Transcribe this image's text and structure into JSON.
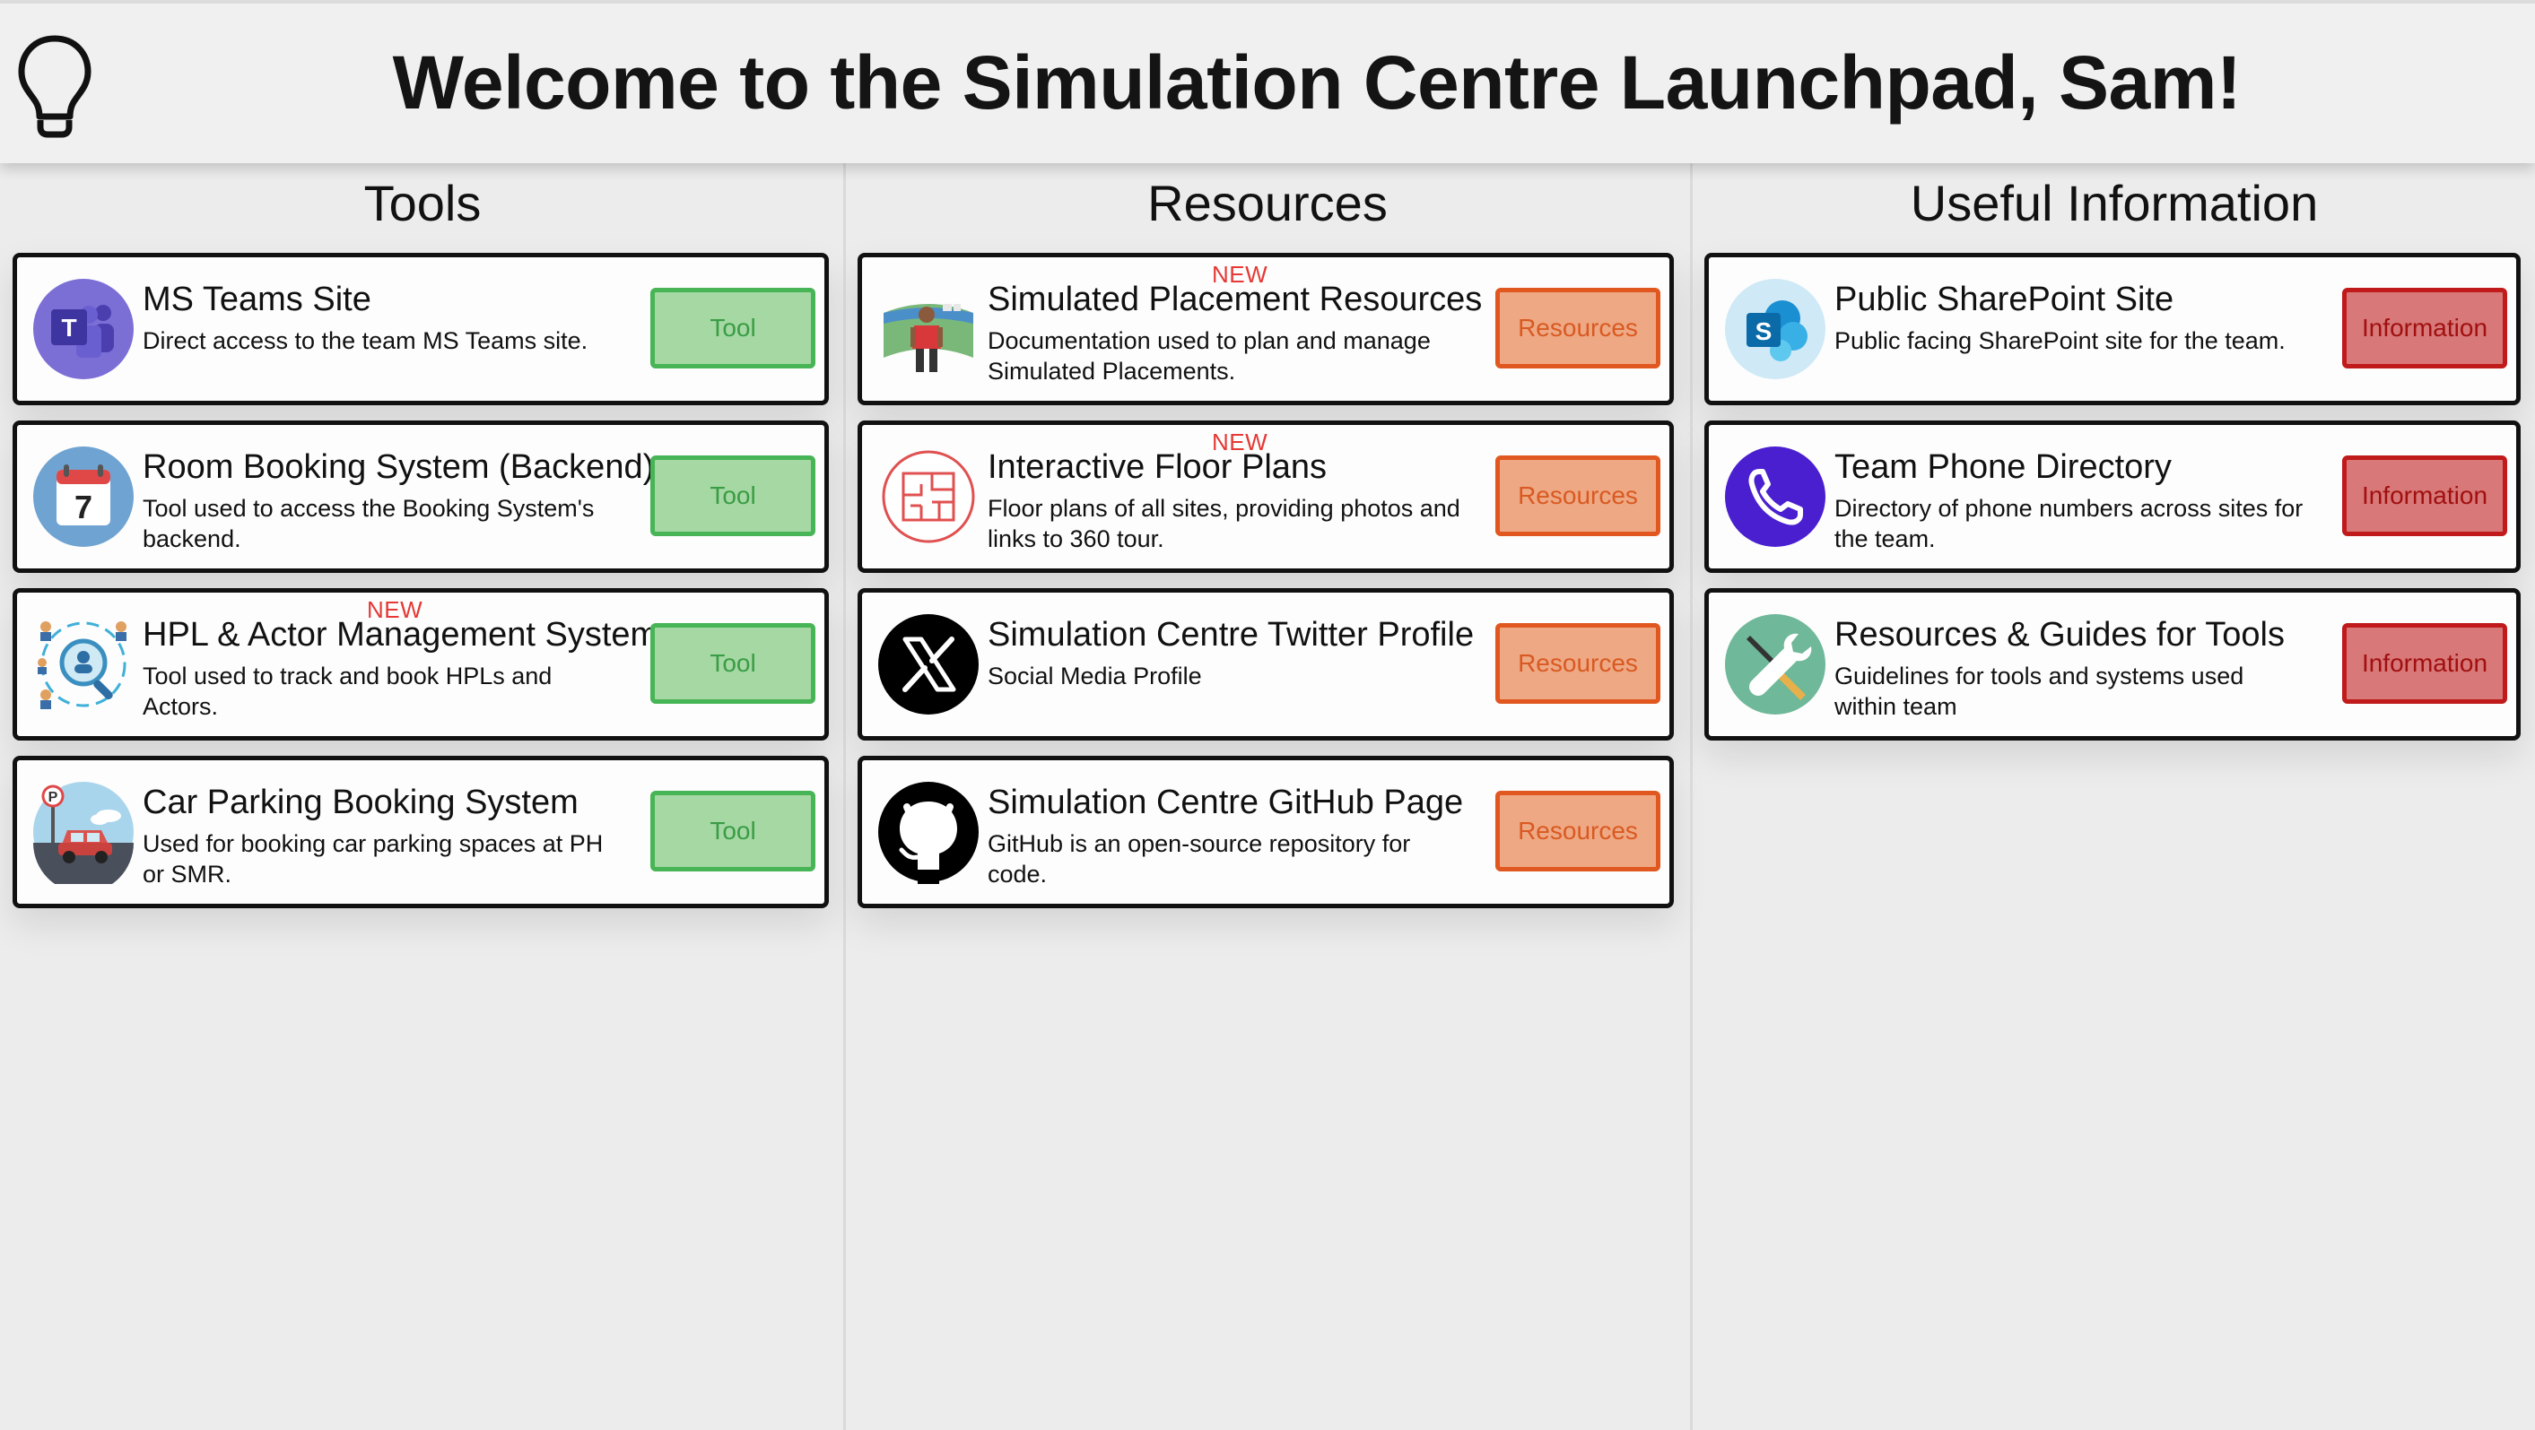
{
  "header": {
    "title": "Welcome to the Simulation Centre Launchpad, Sam!",
    "logo_icon": "lightbulb-icon"
  },
  "columns": [
    {
      "heading": "Tools",
      "cards": [
        {
          "title": "MS Teams Site",
          "desc": "Direct access to the team MS Teams site.",
          "button": "Tool",
          "new": "",
          "icon": "ms-teams-icon"
        },
        {
          "title": "Room Booking System (Backend)",
          "desc": "Tool used to access the Booking System's backend.",
          "button": "Tool",
          "new": "",
          "icon": "calendar-icon"
        },
        {
          "title": "HPL & Actor Management System",
          "desc": "Tool used to track and book HPLs and Actors.",
          "button": "Tool",
          "new": "NEW",
          "icon": "people-search-icon"
        },
        {
          "title": "Car Parking Booking System",
          "desc": "Used for booking car parking spaces at PH or SMR.",
          "button": "Tool",
          "new": "",
          "icon": "car-parking-icon"
        }
      ]
    },
    {
      "heading": "Resources",
      "cards": [
        {
          "title": "Simulated Placement Resources",
          "desc": "Documentation used to plan and manage Simulated Placements.",
          "button": "Resources",
          "new": "NEW",
          "icon": "placement-person-icon"
        },
        {
          "title": "Interactive Floor Plans",
          "desc": "Floor plans of all sites, providing photos and links to 360 tour.",
          "button": "Resources",
          "new": "NEW",
          "icon": "floor-plan-icon"
        },
        {
          "title": "Simulation Centre Twitter Profile",
          "desc": "Social Media Profile",
          "button": "Resources",
          "new": "",
          "icon": "x-twitter-icon"
        },
        {
          "title": "Simulation Centre GitHub Page",
          "desc": "GitHub is an open-source repository for code.",
          "button": "Resources",
          "new": "",
          "icon": "github-icon"
        }
      ]
    },
    {
      "heading": "Useful Information",
      "cards": [
        {
          "title": "Public SharePoint Site",
          "desc": "Public facing SharePoint site for the team.",
          "button": "Information",
          "new": "",
          "icon": "sharepoint-icon"
        },
        {
          "title": "Team Phone Directory",
          "desc": "Directory of phone numbers across sites for the team.",
          "button": "Information",
          "new": "",
          "icon": "phone-icon"
        },
        {
          "title": "Resources & Guides for Tools",
          "desc": "Guidelines for tools and systems used within team",
          "button": "Information",
          "new": "",
          "icon": "tools-icon"
        }
      ]
    }
  ],
  "colors": {
    "tool": "#47b455",
    "resources": "#e0581f",
    "information": "#c01a1a",
    "new_badge": "#e53935"
  }
}
